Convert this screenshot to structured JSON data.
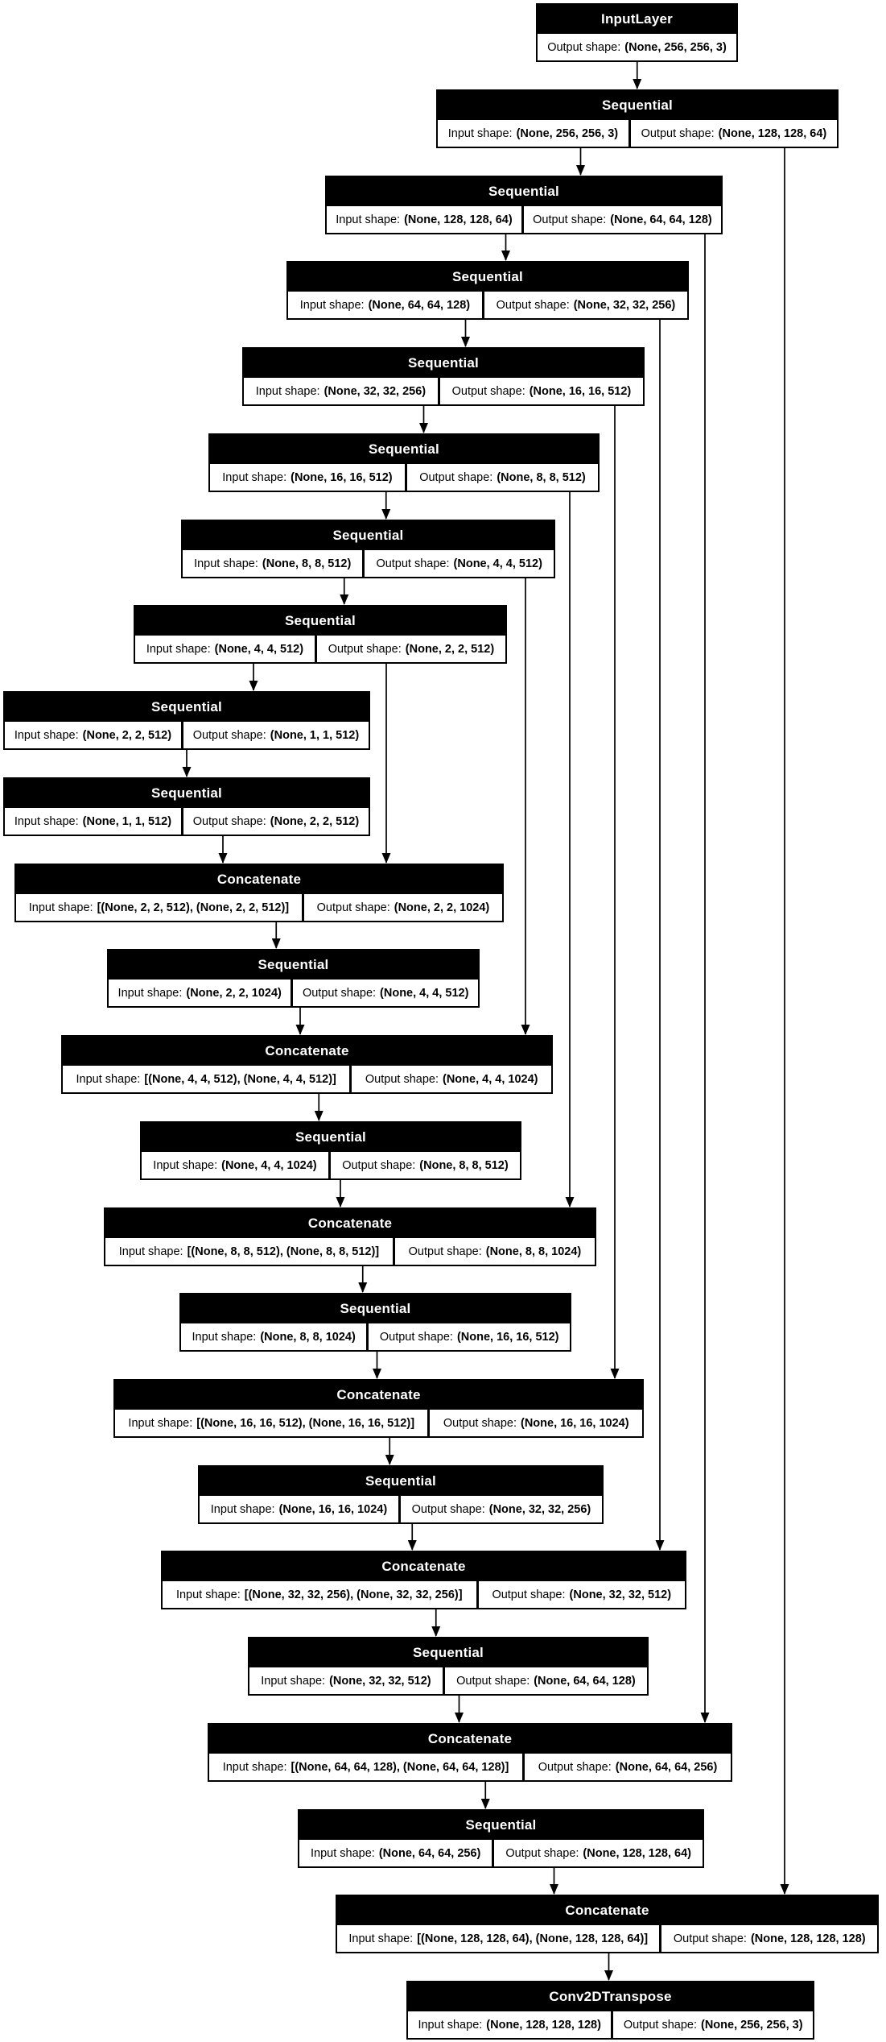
{
  "diagram_type": "keras-model-architecture-graph",
  "labels": {
    "input_prefix": "Input shape:",
    "output_prefix": "Output shape:"
  },
  "colors": {
    "node_fill": "#000000",
    "node_text": "#ffffff",
    "cell_fill": "#ffffff",
    "cell_text": "#000000",
    "edge": "#000000",
    "background": "#ffffff"
  },
  "nodes": [
    {
      "type": "InputLayer",
      "output": "(None, 256, 256, 3)"
    },
    {
      "type": "Sequential",
      "input": "(None, 256, 256, 3)",
      "output": "(None, 128, 128, 64)"
    },
    {
      "type": "Sequential",
      "input": "(None, 128, 128, 64)",
      "output": "(None, 64, 64, 128)"
    },
    {
      "type": "Sequential",
      "input": "(None, 64, 64, 128)",
      "output": "(None, 32, 32, 256)"
    },
    {
      "type": "Sequential",
      "input": "(None, 32, 32, 256)",
      "output": "(None, 16, 16, 512)"
    },
    {
      "type": "Sequential",
      "input": "(None, 16, 16, 512)",
      "output": "(None, 8, 8, 512)"
    },
    {
      "type": "Sequential",
      "input": "(None, 8, 8, 512)",
      "output": "(None, 4, 4, 512)"
    },
    {
      "type": "Sequential",
      "input": "(None, 4, 4, 512)",
      "output": "(None, 2, 2, 512)"
    },
    {
      "type": "Sequential",
      "input": "(None, 2, 2, 512)",
      "output": "(None, 1, 1, 512)"
    },
    {
      "type": "Sequential",
      "input": "(None, 1, 1, 512)",
      "output": "(None, 2, 2, 512)"
    },
    {
      "type": "Concatenate",
      "input": "[(None, 2, 2, 512), (None, 2, 2, 512)]",
      "output": "(None, 2, 2, 1024)"
    },
    {
      "type": "Sequential",
      "input": "(None, 2, 2, 1024)",
      "output": "(None, 4, 4, 512)"
    },
    {
      "type": "Concatenate",
      "input": "[(None, 4, 4, 512), (None, 4, 4, 512)]",
      "output": "(None, 4, 4, 1024)"
    },
    {
      "type": "Sequential",
      "input": "(None, 4, 4, 1024)",
      "output": "(None, 8, 8, 512)"
    },
    {
      "type": "Concatenate",
      "input": "[(None, 8, 8, 512), (None, 8, 8, 512)]",
      "output": "(None, 8, 8, 1024)"
    },
    {
      "type": "Sequential",
      "input": "(None, 8, 8, 1024)",
      "output": "(None, 16, 16, 512)"
    },
    {
      "type": "Concatenate",
      "input": "[(None, 16, 16, 512), (None, 16, 16, 512)]",
      "output": "(None, 16, 16, 1024)"
    },
    {
      "type": "Sequential",
      "input": "(None, 16, 16, 1024)",
      "output": "(None, 32, 32, 256)"
    },
    {
      "type": "Concatenate",
      "input": "[(None, 32, 32, 256), (None, 32, 32, 256)]",
      "output": "(None, 32, 32, 512)"
    },
    {
      "type": "Sequential",
      "input": "(None, 32, 32, 512)",
      "output": "(None, 64, 64, 128)"
    },
    {
      "type": "Concatenate",
      "input": "[(None, 64, 64, 128), (None, 64, 64, 128)]",
      "output": "(None, 64, 64, 256)"
    },
    {
      "type": "Sequential",
      "input": "(None, 64, 64, 256)",
      "output": "(None, 128, 128, 64)"
    },
    {
      "type": "Concatenate",
      "input": "[(None, 128, 128, 64), (None, 128, 128, 64)]",
      "output": "(None, 128, 128, 128)"
    },
    {
      "type": "Conv2DTranspose",
      "input": "(None, 128, 128, 128)",
      "output": "(None, 256, 256, 3)"
    }
  ],
  "edges": [
    {
      "from": 1,
      "to": 2
    },
    {
      "from": 2,
      "to": 3
    },
    {
      "from": 3,
      "to": 4
    },
    {
      "from": 4,
      "to": 5
    },
    {
      "from": 5,
      "to": 6
    },
    {
      "from": 6,
      "to": 7
    },
    {
      "from": 7,
      "to": 8
    },
    {
      "from": 8,
      "to": 9
    },
    {
      "from": 9,
      "to": 10
    },
    {
      "from": 10,
      "to": 11
    },
    {
      "from": 11,
      "to": 12
    },
    {
      "from": 12,
      "to": 13
    },
    {
      "from": 13,
      "to": 14
    },
    {
      "from": 14,
      "to": 15
    },
    {
      "from": 15,
      "to": 16
    },
    {
      "from": 16,
      "to": 17
    },
    {
      "from": 17,
      "to": 18
    },
    {
      "from": 18,
      "to": 19
    },
    {
      "from": 19,
      "to": 20
    },
    {
      "from": 20,
      "to": 21
    },
    {
      "from": 21,
      "to": 22
    },
    {
      "from": 22,
      "to": 23
    },
    {
      "from": 23,
      "to": 24
    },
    {
      "from": 8,
      "to": 11,
      "skip": true
    },
    {
      "from": 7,
      "to": 13,
      "skip": true
    },
    {
      "from": 6,
      "to": 15,
      "skip": true
    },
    {
      "from": 5,
      "to": 17,
      "skip": true
    },
    {
      "from": 4,
      "to": 19,
      "skip": true
    },
    {
      "from": 3,
      "to": 21,
      "skip": true
    },
    {
      "from": 2,
      "to": 23,
      "skip": true
    }
  ]
}
